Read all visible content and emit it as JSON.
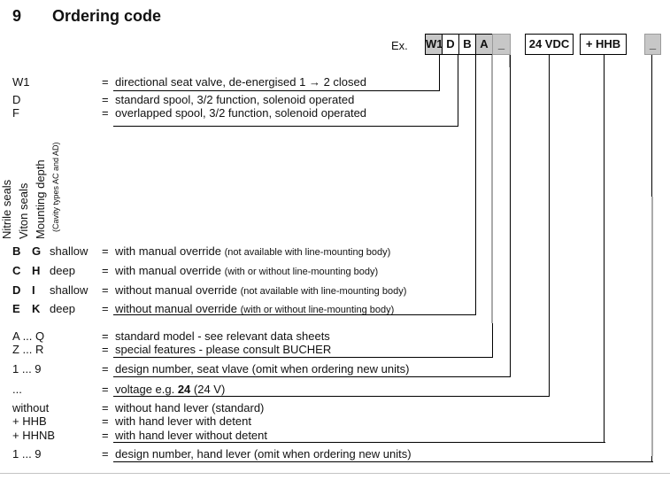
{
  "title": {
    "number": "9",
    "label": "Ordering code"
  },
  "example": {
    "label": "Ex.",
    "boxes": [
      {
        "text": "W1",
        "fill": "gray"
      },
      {
        "text": "D",
        "fill": "white"
      },
      {
        "text": "B",
        "fill": "white"
      },
      {
        "text": "A",
        "fill": "gray"
      },
      {
        "text": "_",
        "fill": "gray"
      },
      {
        "text": "24 VDC",
        "fill": "white"
      },
      {
        "text": "+ HHB",
        "fill": "white"
      },
      {
        "text": "_",
        "fill": "gray"
      }
    ]
  },
  "rotated_labels": {
    "nitrile": "Nitrile seals",
    "viton": "Viton seals",
    "mounting": "Mounting depth",
    "cavity": "(Cavity types AC and AD)"
  },
  "rows": [
    {
      "code": "W1",
      "eq": "=",
      "desc": "directional seat valve, de-energised 1 → 2 closed"
    },
    {
      "code": "D",
      "eq": "=",
      "desc": "standard spool, 3/2 function, solenoid operated"
    },
    {
      "code": "F",
      "eq": "=",
      "desc": "overlapped spool, 3/2 function, solenoid operated"
    },
    {
      "code": "B",
      "code2": "G",
      "depth": "shallow",
      "eq": "=",
      "desc": "with manual override ",
      "note": "(not available with line-mounting body)"
    },
    {
      "code": "C",
      "code2": "H",
      "depth": "deep",
      "eq": "=",
      "desc": "with manual override ",
      "note": "(with or without line-mounting body)"
    },
    {
      "code": "D",
      "code2": "I",
      "depth": "shallow",
      "eq": "=",
      "desc": "without manual override ",
      "note": "(not available with line-mounting body)"
    },
    {
      "code": "E",
      "code2": "K",
      "depth": "deep",
      "eq": "=",
      "desc": "without manual override ",
      "note": "(with or without line-mounting body)"
    },
    {
      "code": "A ... Q",
      "eq": "=",
      "desc": "standard model - see relevant data sheets"
    },
    {
      "code": "Z ... R",
      "eq": "=",
      "desc": "special features - please consult BUCHER"
    },
    {
      "code": "1 ... 9",
      "eq": "=",
      "desc": "design number, seat vlave (omit when ordering new units)"
    },
    {
      "code": "...",
      "eq": "=",
      "desc_pre": "voltage e.g. ",
      "desc_bold": "24",
      "desc_post": " (24 V)"
    },
    {
      "code": "without",
      "eq": "=",
      "desc": "without hand lever (standard)"
    },
    {
      "code": "+ HHB",
      "eq": "=",
      "desc": "with hand lever with detent"
    },
    {
      "code": "+ HHNB",
      "eq": "=",
      "desc": "with hand lever without detent"
    },
    {
      "code": "1 ... 9",
      "eq": "=",
      "desc": "design number, hand lever (omit when ordering new units)"
    }
  ],
  "colors": {
    "box_gray": "#c7c7c7",
    "graybox_border": "#9b9b9b",
    "line_gray": "#ababab",
    "text_black": "#111111"
  }
}
